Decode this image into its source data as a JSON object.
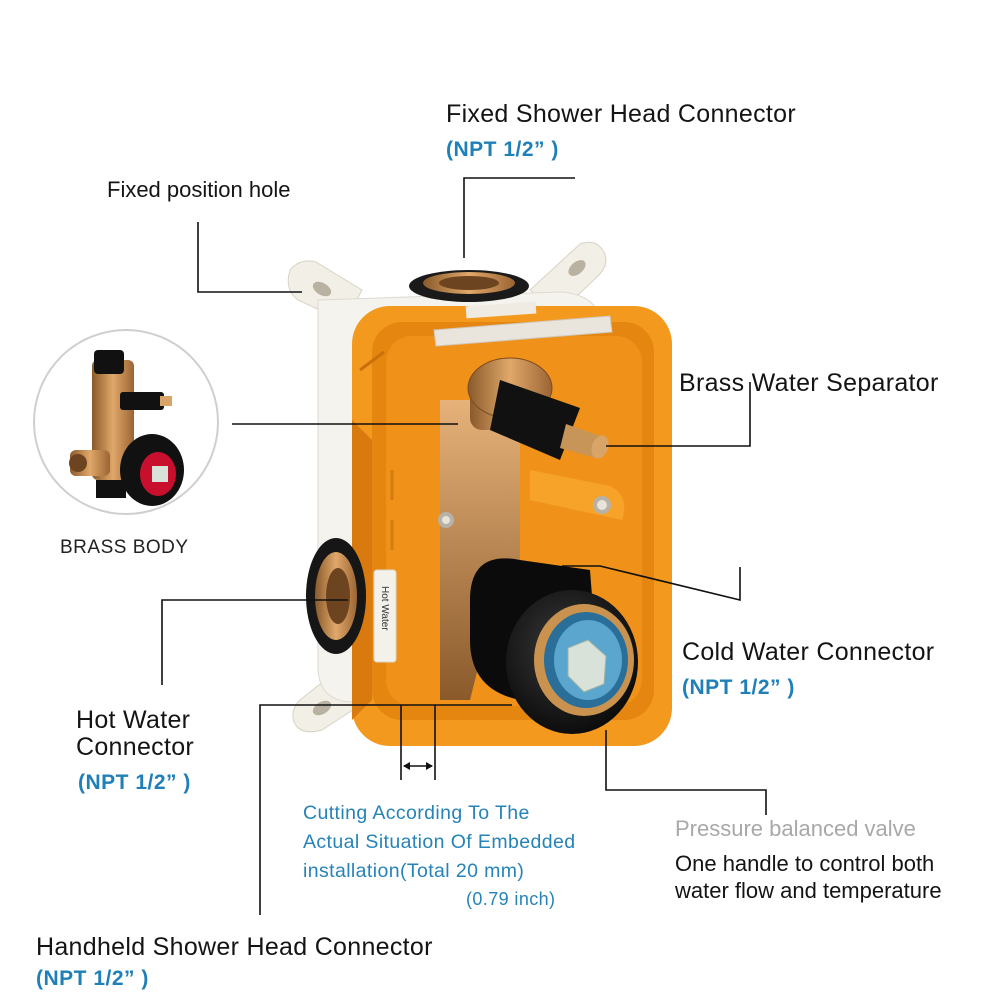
{
  "labels": {
    "fixed_shower_head": "Fixed Shower Head Connector",
    "fixed_shower_head_npt": "(NPT 1/2” )",
    "fixed_position_hole": "Fixed position hole",
    "brass_body": "BRASS BODY",
    "brass_water_separator": "Brass Water Separator",
    "cold_water": "Cold Water Connector",
    "cold_water_npt": "(NPT 1/2” )",
    "hot_water_line1": "Hot Water",
    "hot_water_line2": "Connector",
    "hot_water_npt": "(NPT 1/2” )",
    "cutting_line1": "Cutting According To The",
    "cutting_line2": "Actual Situation Of Embedded",
    "cutting_line3": "installation(Total 20 mm)",
    "cutting_line4": "(0.79 inch)",
    "pressure_valve": "Pressure balanced valve",
    "handle_line1": "One handle to control both",
    "handle_line2": "water flow and temperature",
    "handheld": "Handheld Shower Head Connector",
    "handheld_npt": "(NPT 1/2” )",
    "hot_water_sticker": "Hot Water"
  },
  "colors": {
    "housing_orange": "#f39a1e",
    "housing_dark_orange": "#d97a10",
    "brass": "#c98b4a",
    "label_blue": "#1f7fb8",
    "leader_line": "#111111"
  }
}
